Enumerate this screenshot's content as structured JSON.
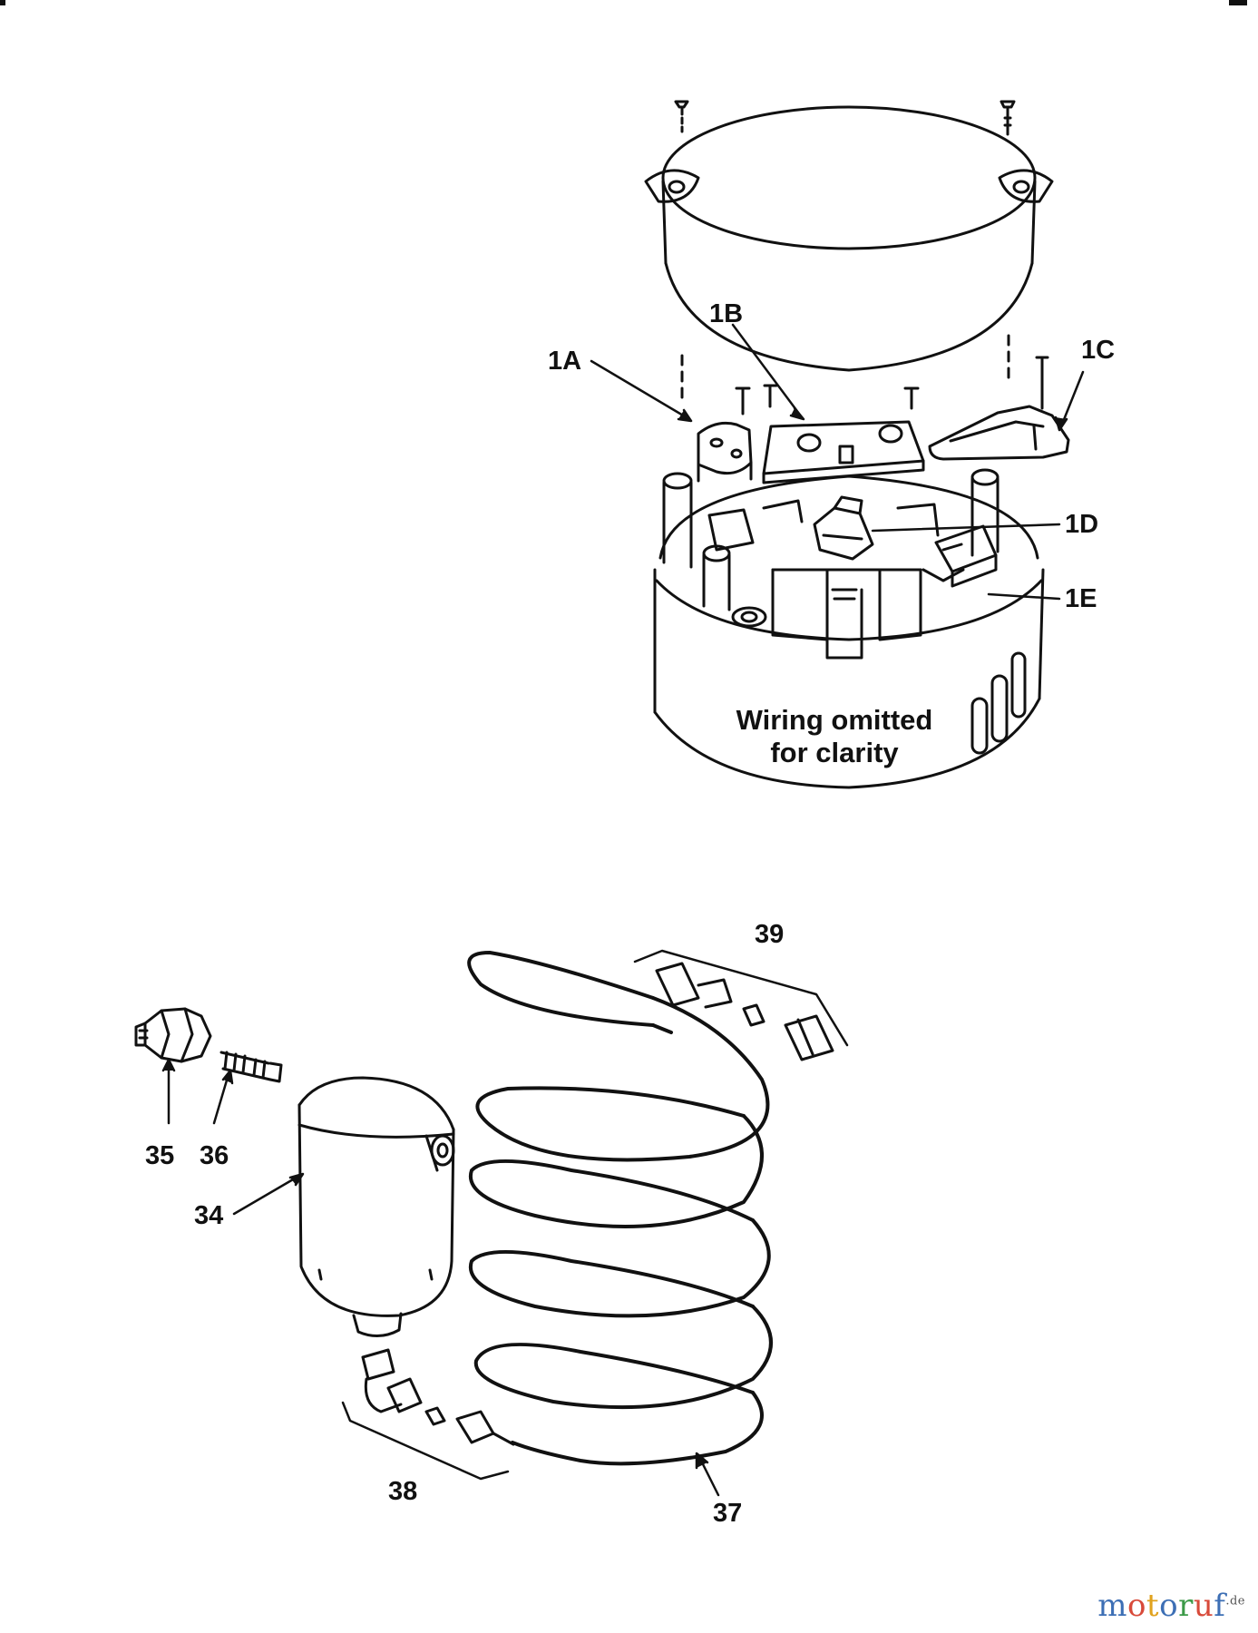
{
  "diagram": {
    "labels": {
      "part_1A": "1A",
      "part_1B": "1B",
      "part_1C": "1C",
      "part_1D": "1D",
      "part_1E": "1E",
      "part_34": "34",
      "part_35": "35",
      "part_36": "36",
      "part_37": "37",
      "part_38": "38",
      "part_39": "39"
    },
    "note_line1": "Wiring omitted",
    "note_line2": "for clarity"
  },
  "watermark": {
    "m": "m",
    "o1": "o",
    "t": "t",
    "o2": "o",
    "r": "r",
    "u": "u",
    "f": "f",
    "tld": ".de"
  },
  "colors": {
    "ink": "#111111",
    "background": "#ffffff",
    "wm_m": "#3d6fb5",
    "wm_o1": "#d84a3a",
    "wm_t": "#e0a21e",
    "wm_o2": "#3d6fb5",
    "wm_r": "#3c9a48",
    "wm_u": "#d84a3a",
    "wm_f": "#3d6fb5"
  }
}
